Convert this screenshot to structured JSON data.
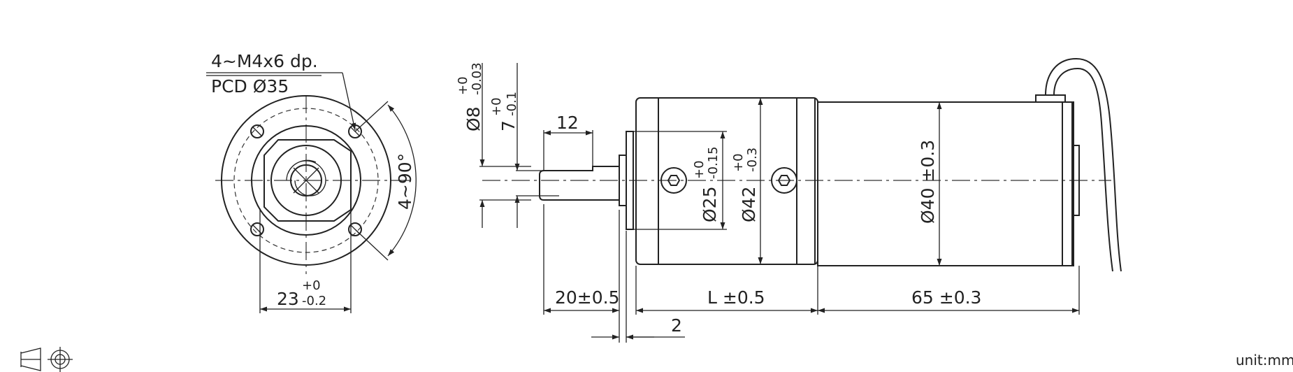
{
  "front_view": {
    "hole_spec": "4~M4x6 dp.",
    "pcd": "PCD Ø35",
    "angle": "4~90°",
    "width_nominal": "23",
    "width_tol_upper": "+0",
    "width_tol_lower": "-0.2"
  },
  "side_view": {
    "shaft_dia_nominal": "Ø8",
    "shaft_dia_tol_upper": "+0",
    "shaft_dia_tol_lower": "-0.03",
    "flat_nominal": "7",
    "flat_tol_upper": "+0",
    "flat_tol_lower": "-0.1",
    "key_length": "12",
    "pilot_dia_nominal": "Ø25",
    "pilot_dia_tol_upper": "+0",
    "pilot_dia_tol_lower": "-0.15",
    "gearbox_dia_nominal": "Ø42",
    "gearbox_dia_tol_upper": "+0",
    "gearbox_dia_tol_lower": "-0.3",
    "motor_dia": "Ø40 ±0.3",
    "shaft_length": "20±0.5",
    "gearbox_length": "L ±0.5",
    "motor_length": "65 ±0.3",
    "pilot_length": "2"
  },
  "footer": {
    "unit": "unit:mm"
  },
  "icons": [
    "third-angle-cone-icon",
    "third-angle-circle-icon"
  ]
}
